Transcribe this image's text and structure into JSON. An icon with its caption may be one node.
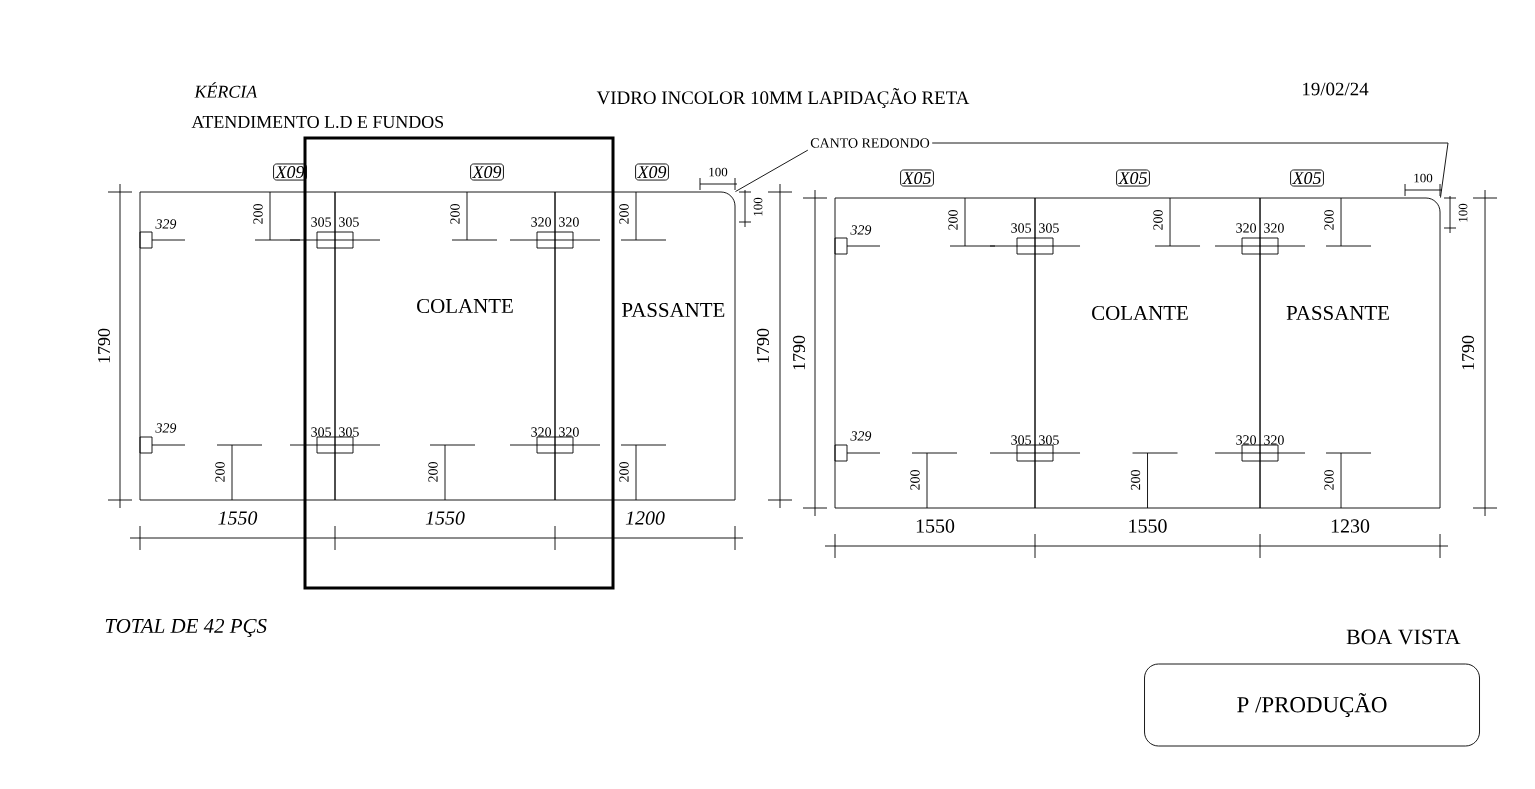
{
  "diagram": {
    "title": "VIDRO INCOLOR 10MM LAPIDAÇÃO RETA",
    "nodes": [
      {
        "text": [
          "X09"
        ]
      },
      {
        "text": [
          "X09",
          "COLANTE"
        ]
      },
      {
        "text": [
          "X09",
          "PASSANTE"
        ]
      },
      {
        "text": [
          "X05"
        ]
      },
      {
        "text": [
          "X05",
          "COLANTE"
        ]
      },
      {
        "text": [
          "X05",
          "PASSANTE"
        ]
      },
      {
        "text": [
          "CANTO REDONDO"
        ]
      },
      {
        "text": [
          "P /PRODUÇÃO"
        ]
      }
    ],
    "edges": [
      {
        "from": 6,
        "to": 2,
        "arrow": "none"
      },
      {
        "from": 6,
        "to": 5,
        "arrow": "none"
      }
    ],
    "labels": [
      "KÉRCIA",
      "ATENDIMENTO L.D E FUNDOS",
      "19/02/24",
      "1790",
      "329",
      "200",
      "329",
      "200",
      "305",
      "305",
      "305",
      "305",
      "200",
      "200",
      "320",
      "320",
      "320",
      "320",
      "200",
      "200",
      "100",
      "100",
      "1790",
      "1550",
      "1550",
      "1200",
      "1790",
      "329",
      "200",
      "329",
      "200",
      "305",
      "305",
      "305",
      "305",
      "200",
      "200",
      "320",
      "320",
      "320",
      "320",
      "200",
      "200",
      "100",
      "100",
      "1790",
      "1550",
      "1550",
      "1230",
      "TOTAL DE 42 PÇS",
      "BOA VISTA"
    ]
  }
}
